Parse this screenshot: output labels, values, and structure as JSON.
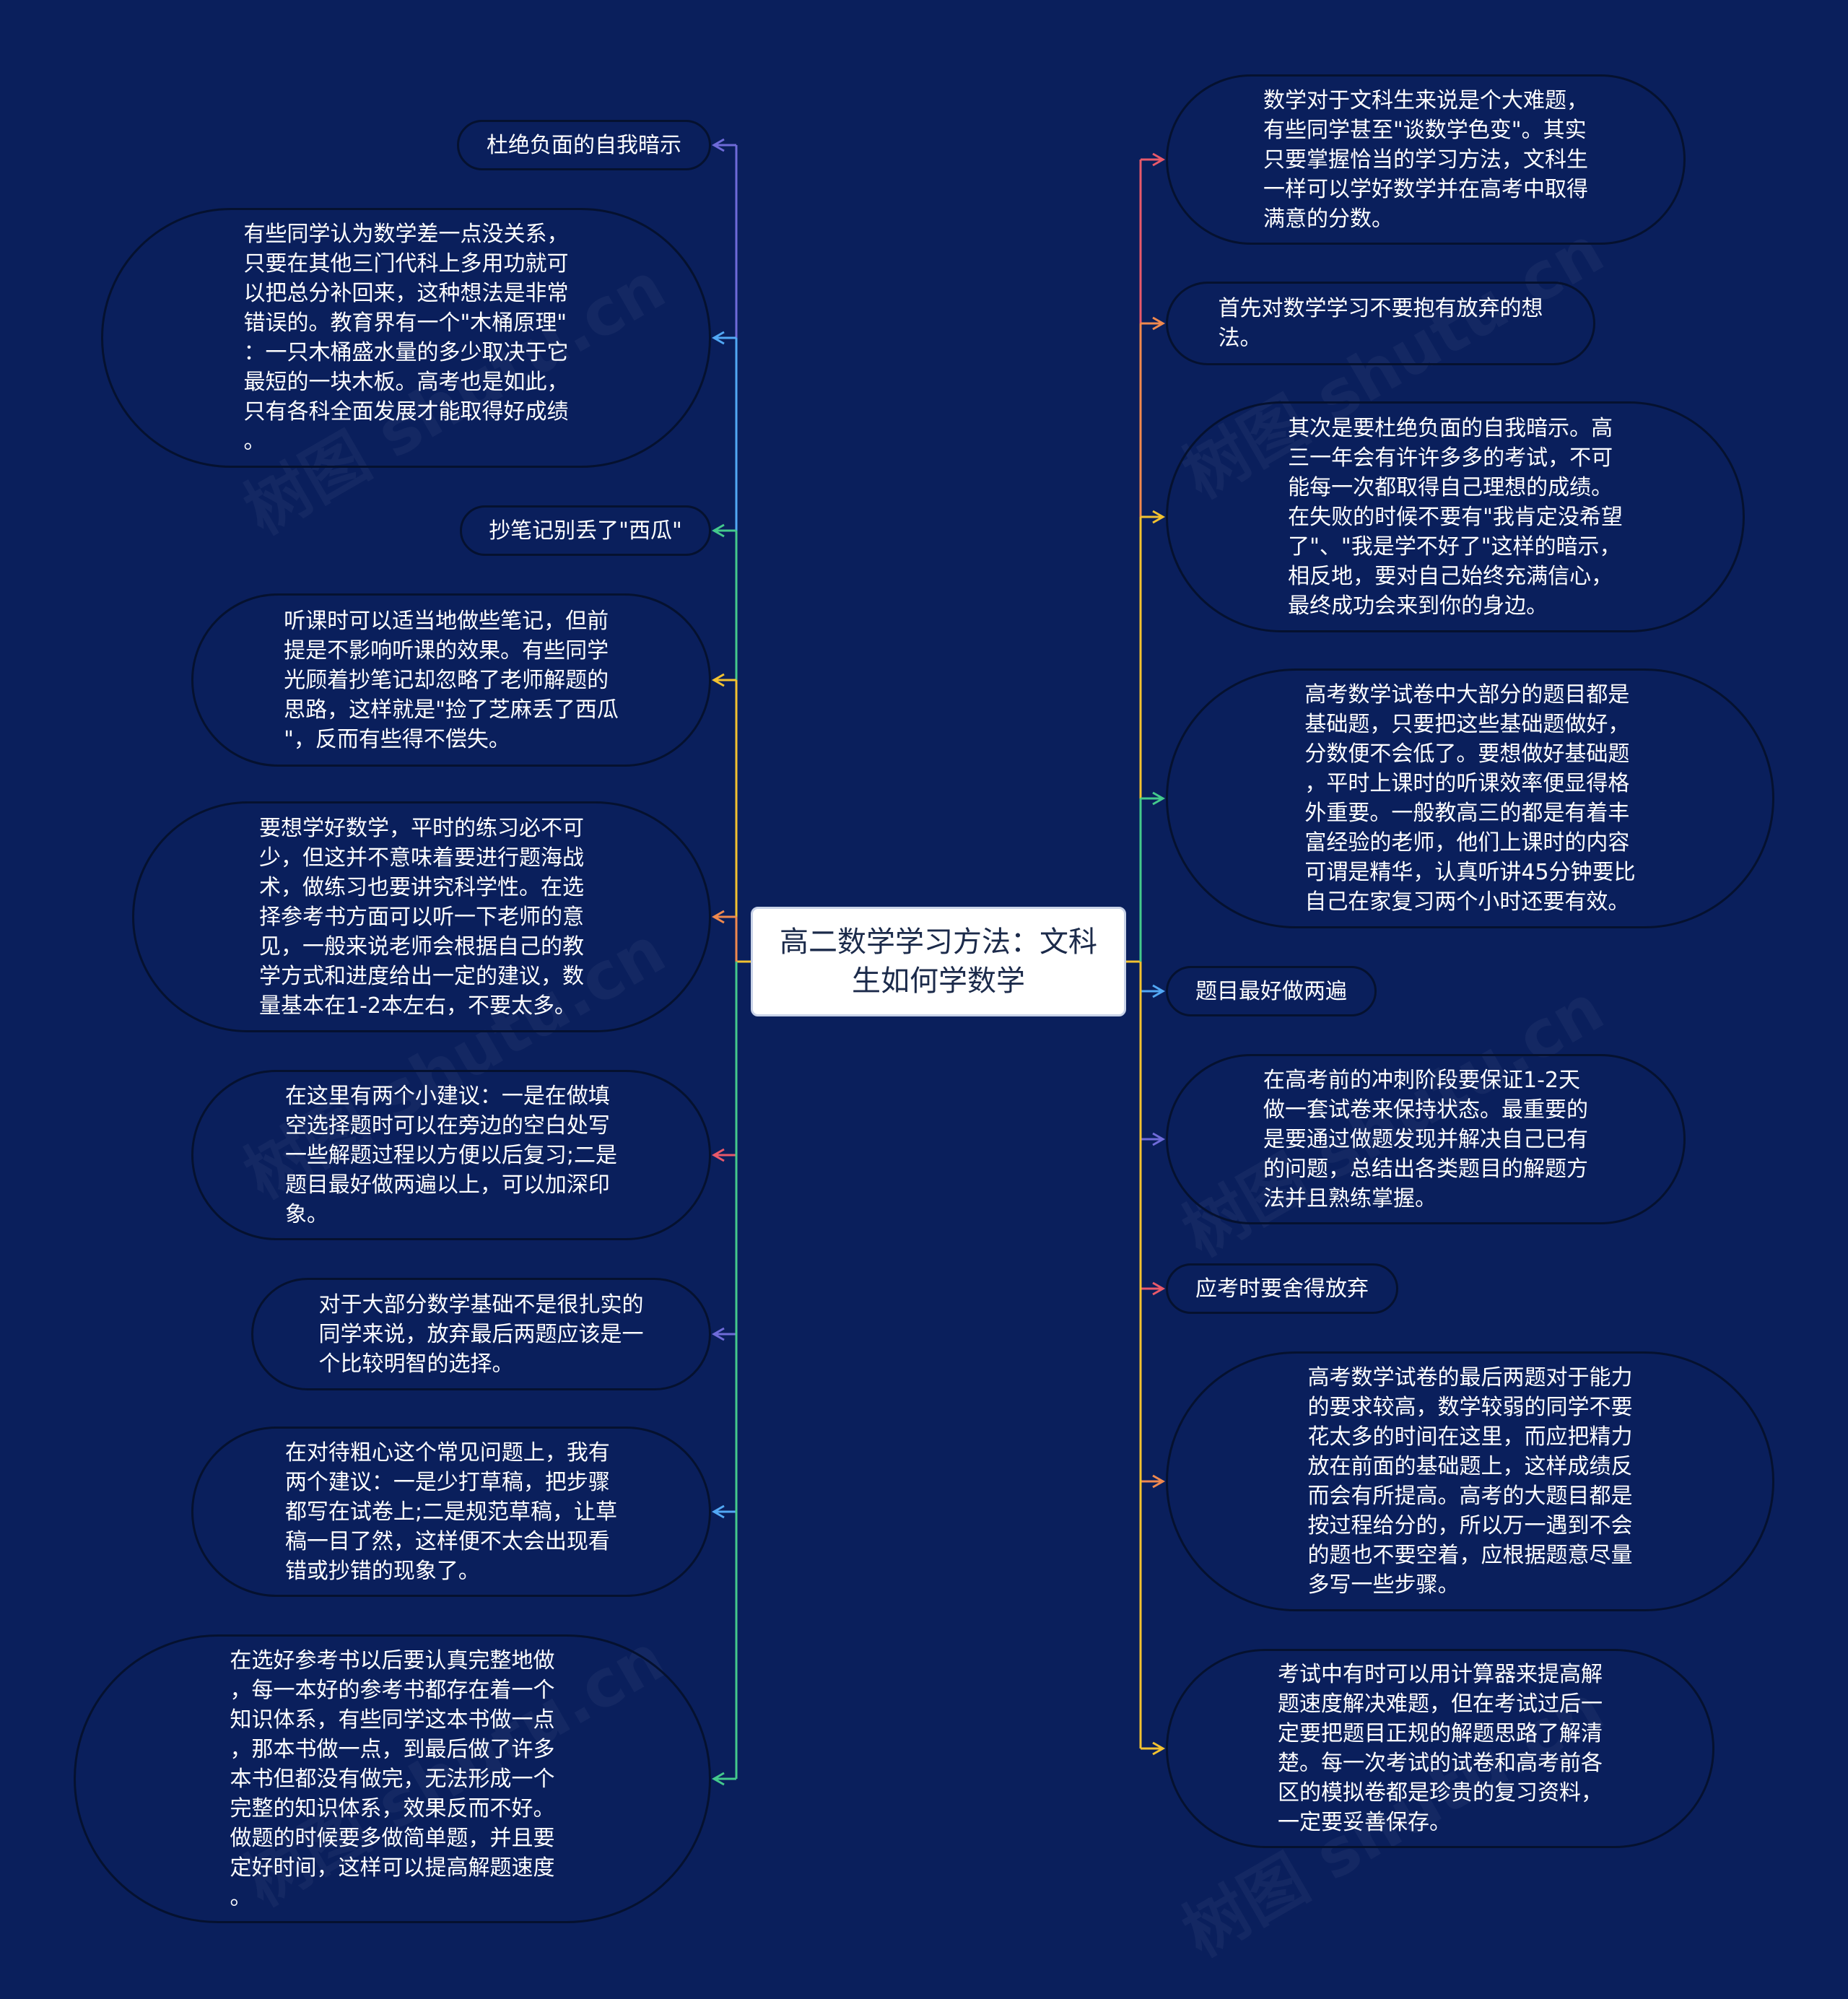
{
  "center": {
    "title": "高二数学学习方法：文科\n生如何学数学"
  },
  "watermark": "树图 shutu.cn",
  "colors": {
    "background": "#0a1f5c",
    "center_bg": "#ffffff",
    "node_border": "#05112f",
    "palette": [
      "#6f6bd9",
      "#52a8f5",
      "#44c98c",
      "#f2c230",
      "#f0894e",
      "#e8596a"
    ]
  },
  "left": [
    {
      "text": "杜绝负面的自我暗示",
      "color": "#6f6bd9"
    },
    {
      "text": "有些同学认为数学差一点没关系，\n只要在其他三门代科上多用功就可\n以把总分补回来，这种想法是非常\n错误的。教育界有一个\"木桶原理\"\n：一只木桶盛水量的多少取决于它\n最短的一块木板。高考也是如此，\n只有各科全面发展才能取得好成绩\n。",
      "color": "#52a8f5"
    },
    {
      "text": "抄笔记别丢了\"西瓜\"",
      "color": "#44c98c"
    },
    {
      "text": "听课时可以适当地做些笔记，但前\n提是不影响听课的效果。有些同学\n光顾着抄笔记却忽略了老师解题的\n思路，这样就是\"捡了芝麻丢了西瓜\n\"，反而有些得不偿失。",
      "color": "#f2c230"
    },
    {
      "text": "要想学好数学，平时的练习必不可\n少，但这并不意味着要进行题海战\n术，做练习也要讲究科学性。在选\n择参考书方面可以听一下老师的意\n见，一般来说老师会根据自己的教\n学方式和进度给出一定的建议，数\n量基本在1-2本左右，不要太多。",
      "color": "#f0894e"
    },
    {
      "text": "在这里有两个小建议：一是在做填\n空选择题时可以在旁边的空白处写\n一些解题过程以方便以后复习;二是\n题目最好做两遍以上，可以加深印\n象。",
      "color": "#e8596a"
    },
    {
      "text": "对于大部分数学基础不是很扎实的\n同学来说，放弃最后两题应该是一\n个比较明智的选择。",
      "color": "#6f6bd9"
    },
    {
      "text": "在对待粗心这个常见问题上，我有\n两个建议：一是少打草稿，把步骤\n都写在试卷上;二是规范草稿，让草\n稿一目了然，这样便不太会出现看\n错或抄错的现象了。",
      "color": "#52a8f5"
    },
    {
      "text": "在选好参考书以后要认真完整地做\n，每一本好的参考书都存在着一个\n知识体系，有些同学这本书做一点\n，那本书做一点，到最后做了许多\n本书但都没有做完，无法形成一个\n完整的知识体系，效果反而不好。\n做题的时候要多做简单题，并且要\n定好时间，这样可以提高解题速度\n。",
      "color": "#44c98c"
    }
  ],
  "right": [
    {
      "text": "数学对于文科生来说是个大难题，\n有些同学甚至\"谈数学色变\"。其实\n只要掌握恰当的学习方法，文科生\n一样可以学好数学并在高考中取得\n满意的分数。",
      "color": "#e8596a"
    },
    {
      "text": "首先对数学学习不要抱有放弃的想\n法。",
      "color": "#f0894e"
    },
    {
      "text": "其次是要杜绝负面的自我暗示。高\n三一年会有许许多多的考试，不可\n能每一次都取得自己理想的成绩。\n在失败的时候不要有\"我肯定没希望\n了\"、\"我是学不好了\"这样的暗示，\n相反地，要对自己始终充满信心，\n最终成功会来到你的身边。",
      "color": "#f2c230"
    },
    {
      "text": "高考数学试卷中大部分的题目都是\n基础题，只要把这些基础题做好，\n分数便不会低了。要想做好基础题\n，平时上课时的听课效率便显得格\n外重要。一般教高三的都是有着丰\n富经验的老师，他们上课时的内容\n可谓是精华，认真听讲45分钟要比\n自己在家复习两个小时还要有效。",
      "color": "#44c98c"
    },
    {
      "text": "题目最好做两遍",
      "color": "#52a8f5"
    },
    {
      "text": "在高考前的冲刺阶段要保证1-2天\n做一套试卷来保持状态。最重要的\n是要通过做题发现并解决自己已有\n的问题，总结出各类题目的解题方\n法并且熟练掌握。",
      "color": "#6f6bd9"
    },
    {
      "text": "应考时要舍得放弃",
      "color": "#e8596a"
    },
    {
      "text": "高考数学试卷的最后两题对于能力\n的要求较高，数学较弱的同学不要\n花太多的时间在这里，而应把精力\n放在前面的基础题上，这样成绩反\n而会有所提高。高考的大题目都是\n按过程给分的，所以万一遇到不会\n的题也不要空着，应根据题意尽量\n多写一些步骤。",
      "color": "#f0894e"
    },
    {
      "text": "考试中有时可以用计算器来提高解\n题速度解决难题，但在考试过后一\n定要把题目正规的解题思路了解清\n楚。每一次考试的试卷和高考前各\n区的模拟卷都是珍贵的复习资料，\n一定要妥善保存。",
      "color": "#f2c230"
    }
  ]
}
